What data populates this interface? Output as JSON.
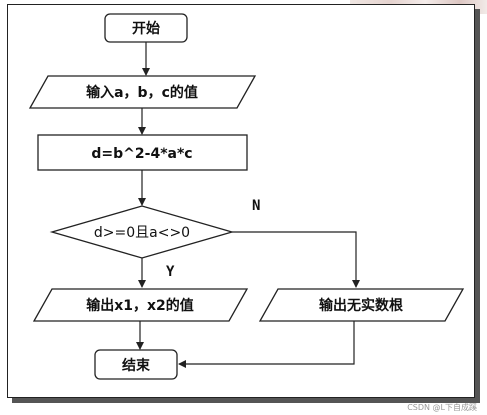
{
  "nodes": {
    "start": "开始",
    "input": "输入a，b，c的值",
    "process": "d=b^2-4*a*c",
    "decision": "d>=0且a<>0",
    "output_yes": "输出x1，x2的值",
    "output_no": "输出无实数根",
    "end": "结束"
  },
  "branches": {
    "yes": "Y",
    "no": "N"
  },
  "watermark": "CSDN @L下自成蹊",
  "colors": {
    "line": "#222222",
    "background": "#ffffff",
    "shadow": "#555555"
  }
}
